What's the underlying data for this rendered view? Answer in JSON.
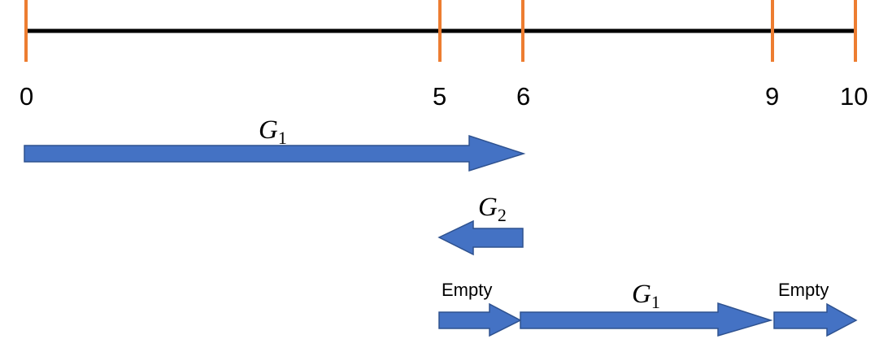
{
  "colors": {
    "timeline": "#000000",
    "tick": "#ed7d31",
    "arrow_fill": "#4472c4",
    "arrow_stroke": "#2f528f"
  },
  "axis": {
    "ticks": [
      {
        "value": 0,
        "label": "0"
      },
      {
        "value": 5,
        "label": "5"
      },
      {
        "value": 6,
        "label": "6"
      },
      {
        "value": 9,
        "label": "9"
      },
      {
        "value": 10,
        "label": "10"
      }
    ]
  },
  "arrows": {
    "g1_top": {
      "var": "G",
      "sub": "1",
      "from": 0,
      "to": 6,
      "direction": "right"
    },
    "g2": {
      "var": "G",
      "sub": "2",
      "from": 6,
      "to": 5,
      "direction": "left"
    },
    "empty_left": {
      "label": "Empty",
      "from": 5,
      "to": 6,
      "direction": "right"
    },
    "g1_bottom": {
      "var": "G",
      "sub": "1",
      "from": 6,
      "to": 9,
      "direction": "right"
    },
    "empty_right": {
      "label": "Empty",
      "from": 9,
      "to": 10,
      "direction": "right"
    }
  }
}
